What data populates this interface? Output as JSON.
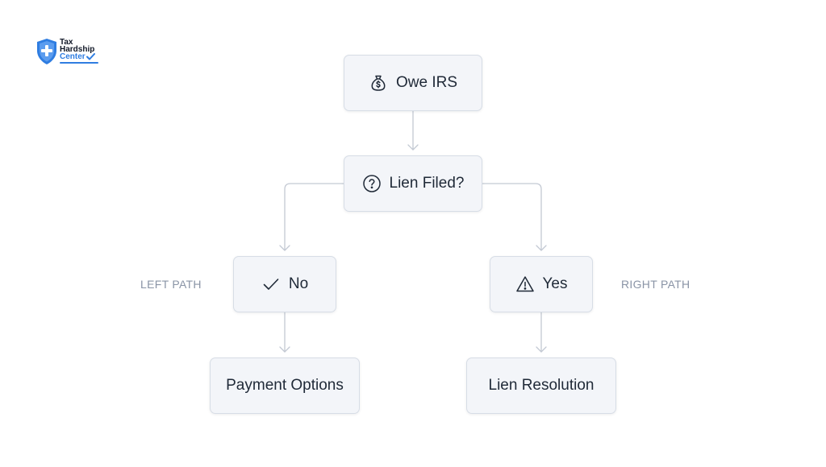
{
  "logo": {
    "line1": "Tax",
    "line2": "Hardship",
    "line3": "Center",
    "shield_color": "#2f7de1",
    "accent_color": "#2f7de1",
    "icon": "shield-plus-icon"
  },
  "nodes": {
    "owe_irs": {
      "label": "Owe IRS",
      "icon": "money-bag-icon"
    },
    "lien_filed": {
      "label": "Lien Filed?",
      "icon": "question-circle-icon"
    },
    "no": {
      "label": "No",
      "icon": "check-icon"
    },
    "yes": {
      "label": "Yes",
      "icon": "warning-triangle-icon"
    },
    "payment_options": {
      "label": "Payment Options"
    },
    "lien_resolution": {
      "label": "Lien Resolution"
    }
  },
  "side_labels": {
    "left": "LEFT PATH",
    "right": "RIGHT PATH"
  },
  "colors": {
    "node_bg": "#f3f5f9",
    "node_border": "#d7dde6",
    "connector": "#c3c9d3",
    "side_label": "#8a94a6"
  }
}
